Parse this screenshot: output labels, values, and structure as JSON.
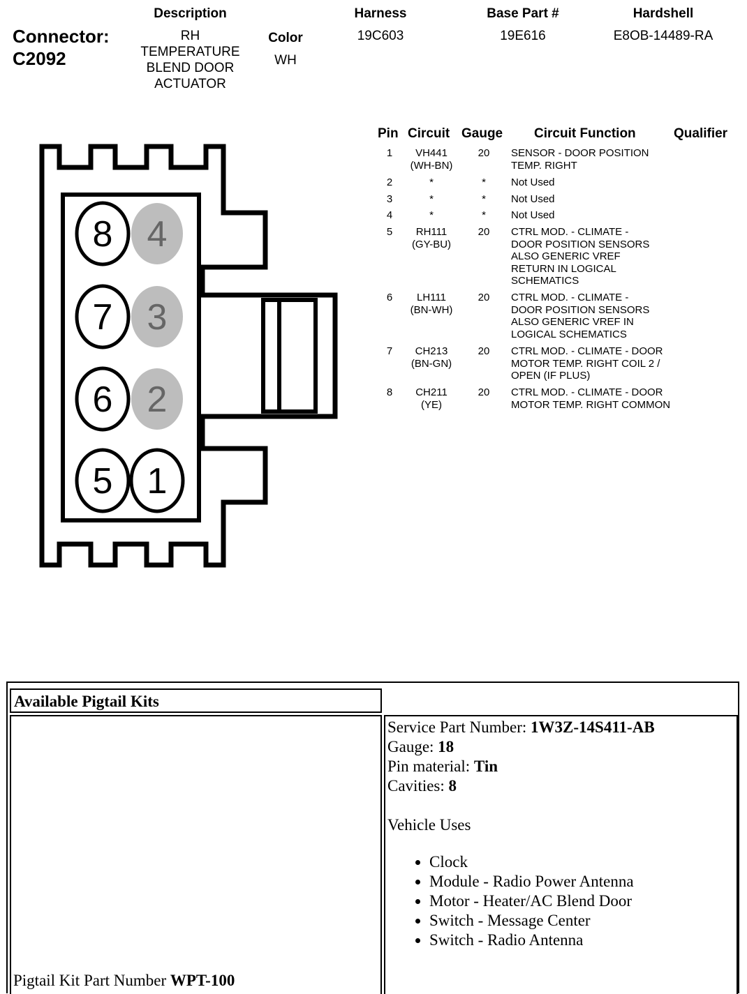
{
  "connector": {
    "label": "Connector:",
    "id": "C2092"
  },
  "columns": {
    "description": "Description",
    "color": "Color",
    "harness": "Harness",
    "base_part": "Base Part #",
    "hardshell": "Hardshell"
  },
  "values": {
    "description_lines": [
      "RH",
      "TEMPERATURE",
      "BLEND DOOR",
      "ACTUATOR"
    ],
    "color": "WH",
    "harness": "19C603",
    "base_part": "19E616",
    "hardshell": "E8OB-14489-RA"
  },
  "pin_table": {
    "headers": {
      "pin": "Pin",
      "circuit": "Circuit",
      "gauge": "Gauge",
      "function": "Circuit Function",
      "qualifier": "Qualifier"
    },
    "rows": [
      {
        "pin": "1",
        "circuit": [
          "VH441",
          "(WH-BN)"
        ],
        "gauge": "20",
        "function": "SENSOR - DOOR POSITION TEMP. RIGHT"
      },
      {
        "pin": "2",
        "circuit": [
          "*"
        ],
        "gauge": "*",
        "function": "Not Used"
      },
      {
        "pin": "3",
        "circuit": [
          "*"
        ],
        "gauge": "*",
        "function": "Not Used"
      },
      {
        "pin": "4",
        "circuit": [
          "*"
        ],
        "gauge": "*",
        "function": "Not Used"
      },
      {
        "pin": "5",
        "circuit": [
          "RH111",
          "(GY-BU)"
        ],
        "gauge": "20",
        "function": "CTRL MOD. - CLIMATE - DOOR POSITION SENSORS ALSO GENERIC VREF RETURN IN LOGICAL SCHEMATICS"
      },
      {
        "pin": "6",
        "circuit": [
          "LH111",
          "(BN-WH)"
        ],
        "gauge": "20",
        "function": "CTRL MOD. - CLIMATE - DOOR POSITION SENSORS ALSO GENERIC VREF IN LOGICAL SCHEMATICS"
      },
      {
        "pin": "7",
        "circuit": [
          "CH213",
          "(BN-GN)"
        ],
        "gauge": "20",
        "function": "CTRL MOD. - CLIMATE - DOOR MOTOR TEMP. RIGHT COIL 2 / OPEN (IF PLUS)"
      },
      {
        "pin": "8",
        "circuit": [
          "CH211",
          "(YE)"
        ],
        "gauge": "20",
        "function": "CTRL MOD. - CLIMATE - DOOR MOTOR TEMP. RIGHT COMMON"
      }
    ]
  },
  "diagram": {
    "pins": [
      {
        "label": "8",
        "used": true
      },
      {
        "label": "4",
        "used": false
      },
      {
        "label": "7",
        "used": true
      },
      {
        "label": "3",
        "used": false
      },
      {
        "label": "6",
        "used": true
      },
      {
        "label": "2",
        "used": false
      },
      {
        "label": "5",
        "used": true
      },
      {
        "label": "1",
        "used": true
      }
    ],
    "unused_fill": "#bdbdbd"
  },
  "pigtail": {
    "title": "Available Pigtail Kits",
    "kit_part_label": "Pigtail Kit Part Number",
    "kit_part_number": "WPT-100",
    "service_part_label": "Service Part Number:",
    "service_part_number": "1W3Z-14S411-AB",
    "gauge_label": "Gauge:",
    "gauge": "18",
    "pin_material_label": "Pin material:",
    "pin_material": "Tin",
    "cavities_label": "Cavities:",
    "cavities": "8",
    "vehicle_uses_label": "Vehicle Uses",
    "vehicle_uses": [
      "Clock",
      "Module - Radio Power Antenna",
      "Motor - Heater/AC Blend Door",
      "Switch - Message Center",
      "Switch - Radio Antenna"
    ]
  }
}
